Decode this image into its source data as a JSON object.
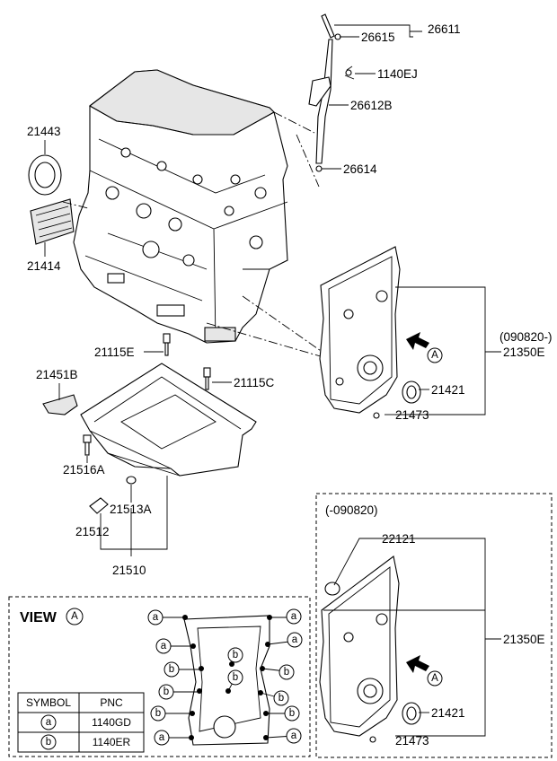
{
  "labels": {
    "p26611": "26611",
    "p26615": "26615",
    "p1140EJ": "1140EJ",
    "p26612B": "26612B",
    "p26614": "26614",
    "p21443": "21443",
    "p21414": "21414",
    "p21115E": "21115E",
    "p21115C": "21115C",
    "p21451B": "21451B",
    "p21516A": "21516A",
    "p21513A": "21513A",
    "p21512": "21512",
    "p21510": "21510",
    "version_new": "(090820-)",
    "p21350E_upper": "21350E",
    "p21421_upper": "21421",
    "p21473_upper": "21473",
    "version_old": "(-090820)",
    "p22121": "22121",
    "p21350E_lower": "21350E",
    "p21421_lower": "21421",
    "p21473_lower": "21473",
    "view_marker_upper": "A",
    "view_marker_lower": "A"
  },
  "view": {
    "title": "VIEW",
    "marker": "A"
  },
  "symbols": {
    "a": "a",
    "b": "b"
  },
  "symbol_table": {
    "header_symbol": "SYMBOL",
    "header_pnc": "PNC",
    "rows": [
      {
        "symbol": "a",
        "pnc": "1140GD"
      },
      {
        "symbol": "b",
        "pnc": "1140ER"
      }
    ]
  }
}
